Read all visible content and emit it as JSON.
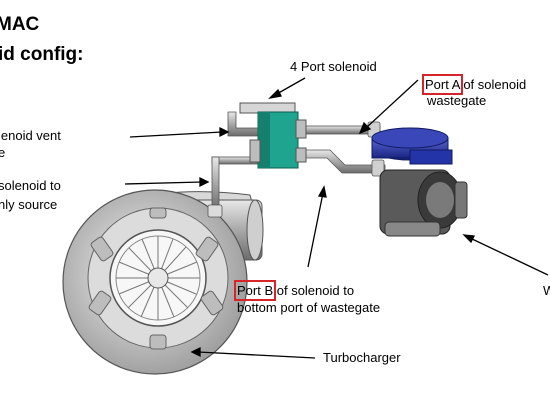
{
  "header": {
    "line1": "MAC",
    "line2": "id config:"
  },
  "labels": {
    "solenoid_title": "4 Port solenoid",
    "port_a": "Port A",
    "port_a_rest": " of solenoid",
    "port_a_line2": "wastegate",
    "vent_line1": "lenoid vent",
    "vent_line2": "e",
    "source_line1": "solenoid to",
    "source_line2": "nly source",
    "port_b": "Port B",
    "port_b_rest": " of solenoid to",
    "port_b_line2": "bottom port of wastegate",
    "turbo": "Turbocharger",
    "right_cut": "W"
  },
  "colors": {
    "highlight_box": "#d6242a",
    "solenoid": "#1fa58f",
    "wastegate": "#2334a8",
    "line": "#000000"
  }
}
